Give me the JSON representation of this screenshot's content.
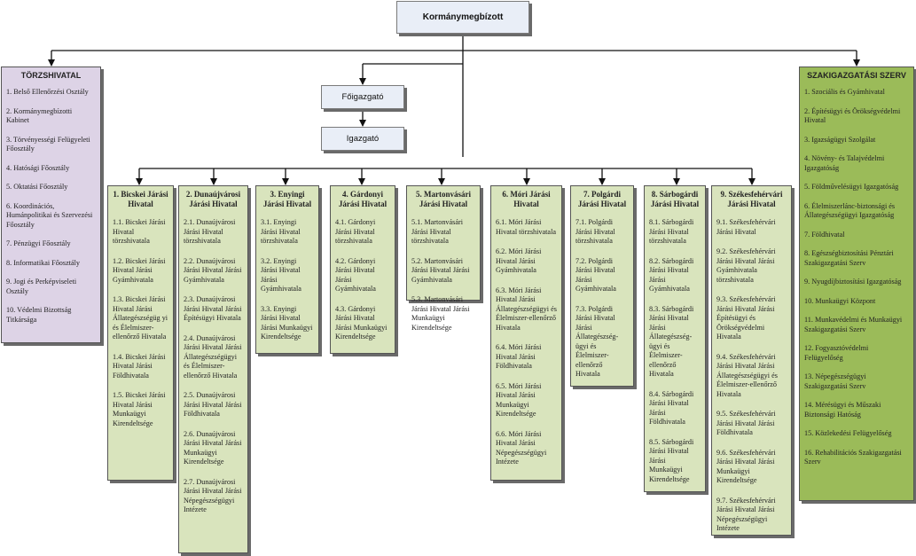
{
  "head": "Kormánymegbízott",
  "deputy1": "Főigazgató",
  "deputy2": "Igazgató",
  "torzs": {
    "title": "TÖRZSHIVATAL",
    "items": [
      "1. Belső Ellenőrzési Osztály",
      "2. Kormánymegbízotti Kabinet",
      "3. Törvényességi Felügyeleti Főosztály",
      "4. Hatósági Főosztály",
      "5. Oktatási Főosztály",
      "6. Koordinációs, Humánpolitikai és Szervezési Főosztály",
      "7. Pénzügyi Főosztály",
      "8. Informatikai Főosztály",
      "9. Jogi és Perképviseleti Osztály",
      "10. Védelmi Bizottság Titkársága"
    ]
  },
  "szak": {
    "title": "SZAKIGAZGATÁSI SZERV",
    "items": [
      "1. Szociális és Gyámhivatal",
      "2. Építésügyi és Örökségvédelmi Hivatal",
      "3. Igazságügyi Szolgálat",
      "4. Növény- és Talajvédelmi Igazgatóság",
      "5. Földművelésügyi Igazgatóság",
      "6. Élelmiszerlánc-biztonsági és Állategészségügyi Igazgatóság",
      "7. Földhivatal",
      "8. Egészségbiztosítási Pénztári Szakigazgatási Szerv",
      "9. Nyugdíjbiztosítási Igazgatóság",
      "10. Munkaügyi Központ",
      "11. Munkavédelmi és Munkaügyi Szakigazgatási Szerv",
      "12. Fogyasztóvédelmi Felügyelőség",
      "13. Népegészségügyi Szakigazgatási Szerv",
      "14. Mérésügyi és Műszaki Biztonsági Hatóság",
      "15. Közlekedési Felügyelőség",
      "16. Rehabilitációs Szakigazgatási Szerv"
    ]
  },
  "jarasi": [
    {
      "title": "1. Bicskei Járási Hivatal",
      "items": [
        "1.1. Bicskei Járási Hivatal törzshivatala",
        "1.2. Bicskei Járási Hivatal Járási Gyámhivatala",
        "1.3. Bicskei Járási Hivatal Járási Állategészségüg yi és Élelmiszer-ellenőrző Hivatala",
        "1.4. Bicskei Járási Hivatal Járási Földhivatala",
        "1.5. Bicskei Járási Hivatal Járási Munkaügyi Kirendeltsége"
      ]
    },
    {
      "title": "2. Dunaújvárosi Járási Hivatal",
      "items": [
        "2.1. Dunaújvárosi Járási Hivatal törzshivatala",
        "2.2. Dunaújvárosi Járási Hivatal Járási Gyámhivatala",
        "2.3. Dunaújvárosi Járási Hivatal Járási Építésügyi Hivatala",
        "2.4. Dunaújvárosi Járási Hivatal Járási Állategészségügyi és Élelmiszer-ellenőrző Hivatala",
        "2.5. Dunaújvárosi Járási Hivatal Járási Földhivatala",
        "2.6. Dunaújvárosi Járási Hivatal Járási Munkaügyi Kirendeltsége",
        "2.7. Dunaújvárosi Járási Hivatal Járási Népegészségügyi Intézete"
      ]
    },
    {
      "title": "3. Enyingi Járási Hivatal",
      "items": [
        "3.1. Enyingi Járási Hivatal törzshivatala",
        "3.2. Enyingi Járási Hivatal Járási Gyámhivatala",
        "3.3. Enyingi Járási Hivatal Járási Munkaügyi Kirendeltsége"
      ]
    },
    {
      "title": "4. Gárdonyi Járási Hivatal",
      "items": [
        "4.1. Gárdonyi Járási Hivatal törzshivatala",
        "4.2. Gárdonyi Járási Hivatal Járási Gyámhivatala",
        "4.3. Gárdonyi Járási Hivatal Járási Munkaügyi Kirendeltsége"
      ]
    },
    {
      "title": "5. Martonvásári Járási Hivatal",
      "items": [
        "5.1. Martonvásári Járási Hivatal törzshivatala",
        "5.2. Martonvásári Járási Hivatal Járási Gyámhivatala",
        "5.3. Martonvásári Járási Hivatal Járási Munkaügyi Kirendeltsége"
      ]
    },
    {
      "title": "6. Móri Járási Hivatal",
      "items": [
        "6.1. Móri Járási Hivatal törzshivatala",
        "6.2. Móri Járási Hivatal Járási Gyámhivatala",
        "6.3. Móri Járási Hivatal Járási Állategészségügyi és Élelmiszer-ellenőrző Hivatala",
        "6.4. Móri Járási Hivatal Járási Földhivatala",
        "6.5. Móri Járási Hivatal Járási Munkaügyi Kirendeltsége",
        "6.6. Móri Járási Hivatal Járási Népegészségügyi Intézete"
      ]
    },
    {
      "title": "7. Polgárdi Járási Hivatal",
      "items": [
        "7.1. Polgárdi Járási Hivatal törzshivatala",
        "7.2. Polgárdi Járási Hivatal Járási Gyámhivatala",
        "7.3. Polgárdi Járási Hivatal Járási Állategészség-ügyi és Élelmiszer-ellenőrző Hivatala"
      ]
    },
    {
      "title": "8. Sárbogárdi Járási Hivatal",
      "items": [
        "8.1. Sárbogárdi Járási Hivatal törzshivatala",
        "8.2. Sárbogárdi Járási Hivatal Járási Gyámhivatala",
        "8.3. Sárbogárdi Járási Hivatal Járási Állategészség-ügyi és Élelmiszer-ellenőrző Hivatala",
        "8.4. Sárbogárdi Járási Hivatal Járási Földhivatala",
        "8.5. Sárbogárdi Járási Hivatal Járási Munkaügyi Kirendeltsége"
      ]
    },
    {
      "title": "9. Székesfehérvári Járási Hivatal",
      "items": [
        "9.1. Székesfehérvári Járási Hivatal",
        "9.2. Székesfehérvári Járási Hivatal Járási Gyámhivatala törzshivatala",
        "9.3. Székesfehérvári Járási Hivatal Járási Építésügyi és Örökségvédelmi Hivatala",
        "9.4. Székesfehérvári Járási Hivatal Járási Állategészségügyi és Élelmiszer-ellenőrző Hivatala",
        "9.5. Székesfehérvári Járási Hivatal Járási Földhivatala",
        "9.6. Székesfehérvári Járási Hivatal Járási Munkaügyi Kirendeltsége",
        "9.7. Székesfehérvári Járási Hivatal Járási Népegészségügyi Intézete"
      ]
    }
  ]
}
